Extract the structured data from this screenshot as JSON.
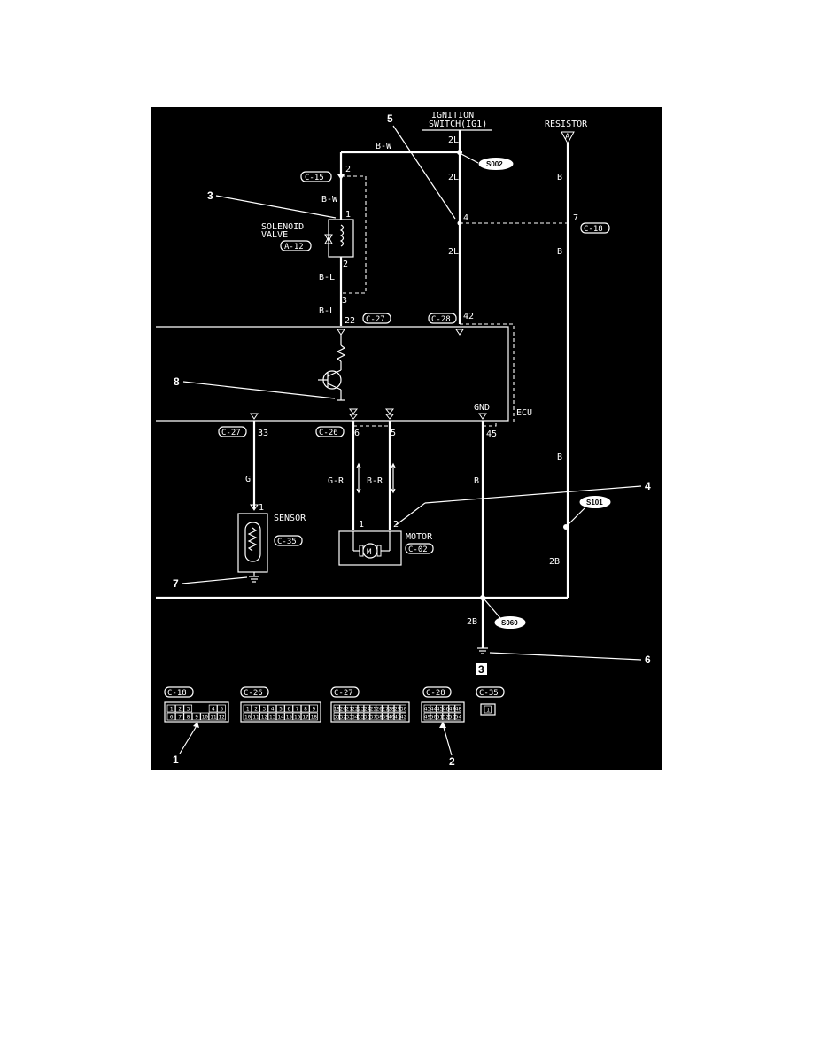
{
  "source_labels": {
    "ignition_line1": "IGNITION",
    "ignition_line2": "SWITCH(IG1)",
    "resistor": "RESISTOR",
    "resistor_ref": "A"
  },
  "wire_colors": {
    "bw_top": "B-W",
    "bw_left": "B-W",
    "bl_1": "B-L",
    "bl_2": "B-L",
    "two_l_1": "2L",
    "two_l_2": "2L",
    "two_l_3": "2L",
    "b_right_1": "B",
    "b_right_2": "B",
    "b_right_3": "B",
    "two_b_right": "2B",
    "g": "G",
    "gr": "G-R",
    "br": "B-R",
    "b_gnd": "B",
    "two_b_gnd": "2B"
  },
  "connectors": {
    "c15": "C-15",
    "c18_top": "C-18",
    "a12": "A-12",
    "c27_top": "C-27",
    "c28_top": "C-28",
    "c27_bot": "C-27",
    "c26_bot": "C-26",
    "c35": "C-35",
    "c02": "C-02"
  },
  "pins": {
    "c15_2": "2",
    "sol_1": "1",
    "sol_2": "2",
    "c15_3": "3",
    "ecu_22": "22",
    "ecu_42": "42",
    "c18_4": "4",
    "c18_7": "7",
    "ecu_33": "33",
    "ecu_6": "6",
    "ecu_5": "5",
    "ecu_45": "45",
    "motor_1": "1",
    "motor_2": "2",
    "sensor_1": "1"
  },
  "components": {
    "solenoid_line1": "SOLENOID",
    "solenoid_line2": "VALVE",
    "ecu": "ECU",
    "gnd": "GND",
    "sensor": "SENSOR",
    "motor": "MOTOR",
    "motor_symbol": "M",
    "ground_point": "3"
  },
  "splices": {
    "s002": "S002",
    "s101": "S101",
    "s060": "S060"
  },
  "callouts": [
    "1",
    "2",
    "3",
    "4",
    "5",
    "6",
    "7",
    "8"
  ],
  "legend": {
    "c18": {
      "label": "C-18",
      "row1": [
        "1",
        "2",
        "3",
        "",
        "",
        "4",
        "5"
      ],
      "row2": [
        "6",
        "7",
        "8",
        "9",
        "10",
        "11",
        "12"
      ]
    },
    "c26": {
      "label": "C-26",
      "row1": [
        "1",
        "2",
        "3",
        "4",
        "5",
        "6",
        "7",
        "8",
        "9"
      ],
      "row2": [
        "10",
        "11",
        "12",
        "13",
        "14",
        "15",
        "16",
        "17",
        "18"
      ]
    },
    "c27": {
      "label": "C-27",
      "row1": [
        "19",
        "20",
        "21",
        "22",
        "23",
        "24",
        "25",
        "26",
        "27",
        "28",
        "29",
        "30"
      ],
      "row2": [
        "31",
        "32",
        "33",
        "34",
        "35",
        "36",
        "37",
        "38",
        "39",
        "40",
        "41",
        "42"
      ]
    },
    "c28": {
      "label": "C-28",
      "row1": [
        "43",
        "44",
        "45",
        "46",
        "47",
        "48"
      ],
      "row2": [
        "49",
        "50",
        "51",
        "52",
        "53",
        "54"
      ]
    },
    "c35": {
      "label": "C-35",
      "row1": [
        "1"
      ]
    }
  },
  "colors": {
    "background": "#000000",
    "line": "#ffffff",
    "page": "#ffffff"
  }
}
